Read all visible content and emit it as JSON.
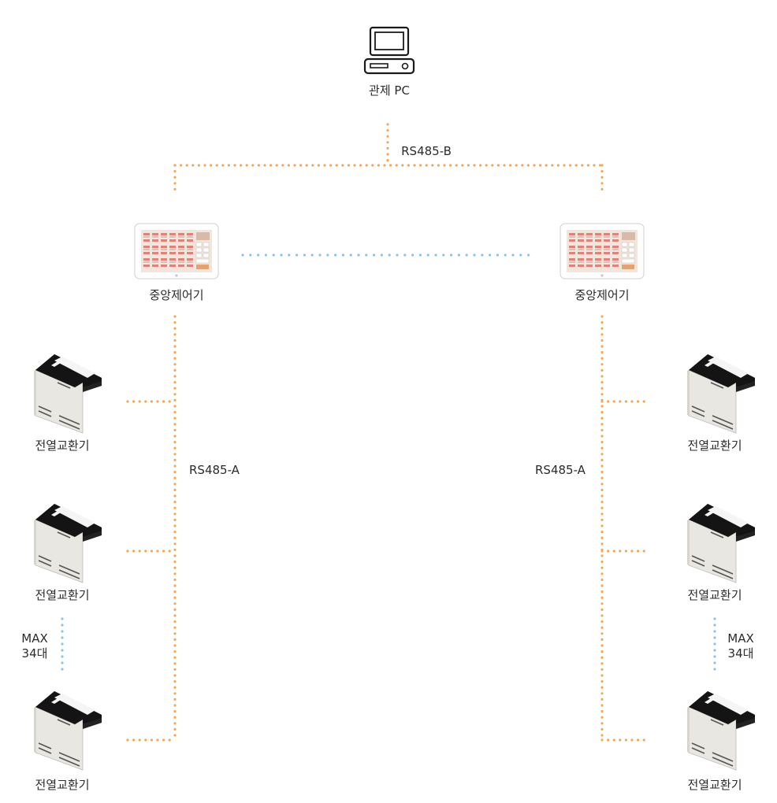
{
  "pc": {
    "label": "관제 PC"
  },
  "bus_top": {
    "label": "RS485-B"
  },
  "controllers": [
    {
      "label": "중앙제어기"
    },
    {
      "label": "중앙제어기"
    }
  ],
  "bus_left": {
    "label": "RS485-A"
  },
  "bus_right": {
    "label": "RS485-A"
  },
  "left_units": [
    {
      "label": "전열교환기"
    },
    {
      "label": "전열교환기"
    },
    {
      "label": "전열교환기"
    }
  ],
  "right_units": [
    {
      "label": "전열교환기"
    },
    {
      "label": "전열교환기"
    },
    {
      "label": "전열교환기"
    }
  ],
  "left_max": {
    "line1": "MAX",
    "line2": "34대"
  },
  "right_max": {
    "line1": "MAX",
    "line2": "34대"
  },
  "colors": {
    "rs485_line": "#f0a95a",
    "link_line": "#8ec3e6",
    "unit_body": "#ebe9e4",
    "unit_top": "#111111"
  }
}
